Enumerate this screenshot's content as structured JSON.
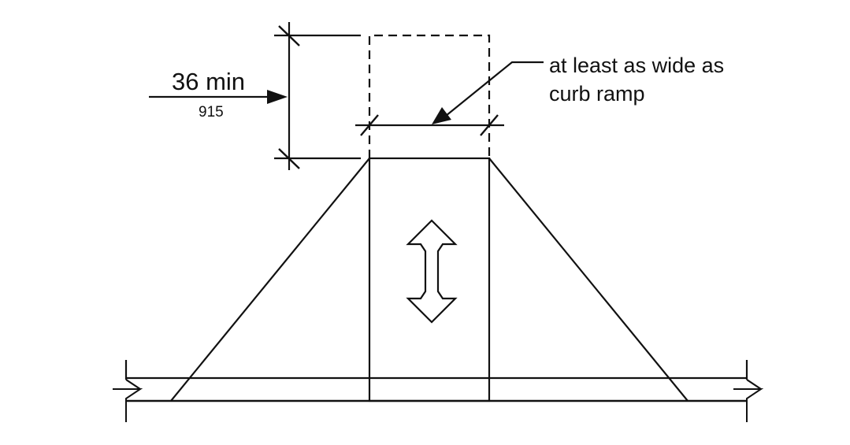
{
  "dimension": {
    "primary": "36 min",
    "metric": "915"
  },
  "callout": {
    "line1": "at least as wide as",
    "line2": "curb ramp"
  },
  "colors": {
    "stroke": "#111111",
    "background": "#ffffff"
  },
  "icons": {
    "direction": "double-headed-arrow-icon"
  }
}
